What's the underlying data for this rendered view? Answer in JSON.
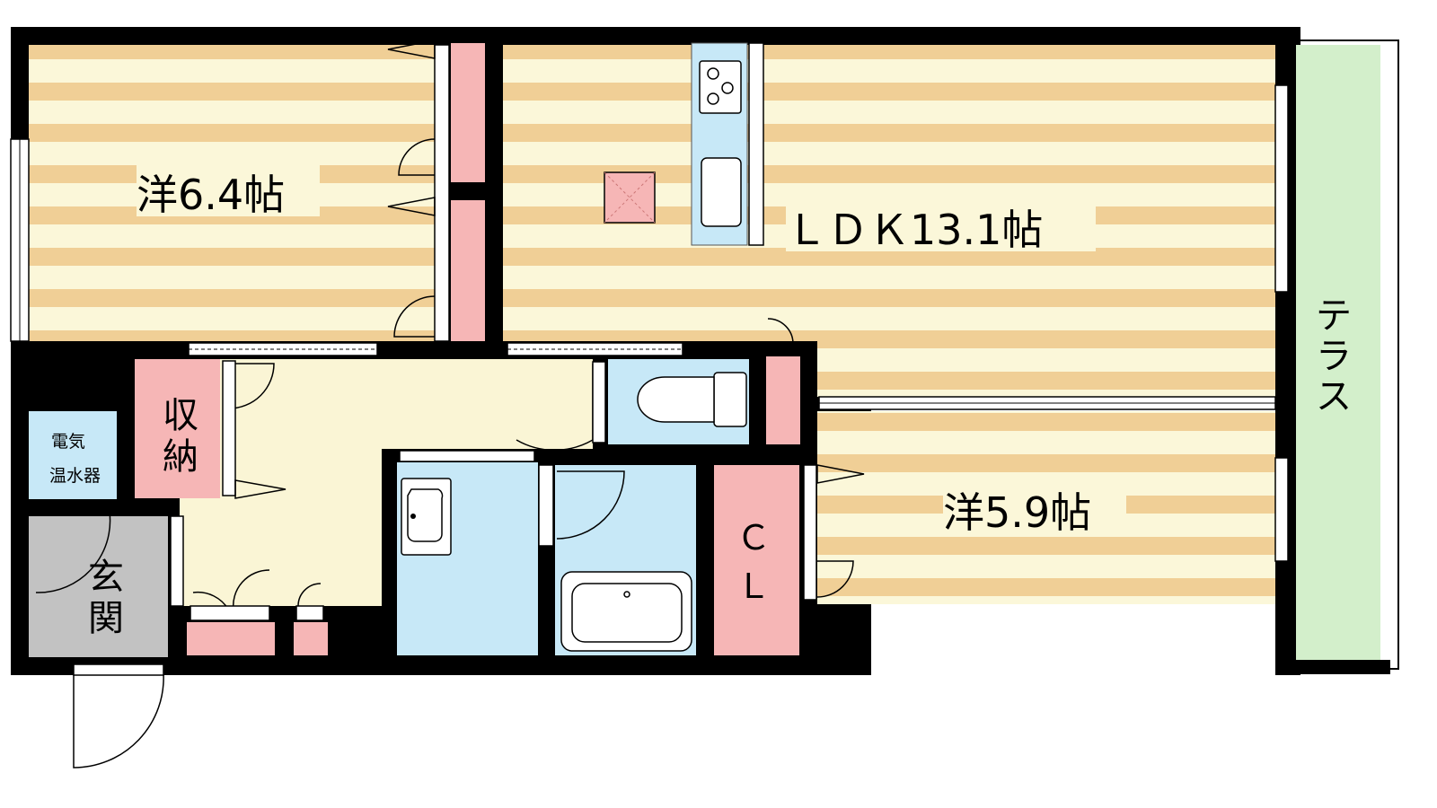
{
  "colors": {
    "wall": "#000000",
    "floor_stripe_a": "#fbf7d9",
    "floor_stripe_b": "#f0cf96",
    "storage": "#f6b6b6",
    "wet_area": "#c7e8f7",
    "hallway": "#faf5d5",
    "entrance": "#c2c2c2",
    "terrace": "#d3efcb"
  },
  "rooms": {
    "western_1": "洋6.4帖",
    "ldk": "ＬＤＫ13.1帖",
    "western_2": "洋5.9帖",
    "storage": [
      "収",
      "納"
    ],
    "water_heater": [
      "電気",
      "温水器"
    ],
    "entrance": [
      "玄",
      "関"
    ],
    "closet": [
      "Ｃ",
      "Ｌ"
    ],
    "terrace": [
      "テ",
      "ラ",
      "ス"
    ]
  },
  "icons": {
    "stove": "three-burner-stove-icon",
    "sink": "kitchen-sink-icon",
    "refrigerator_space": "refrigerator-space-icon",
    "toilet": "toilet-icon",
    "washbasin": "washbasin-icon",
    "bathtub": "bathtub-icon"
  }
}
